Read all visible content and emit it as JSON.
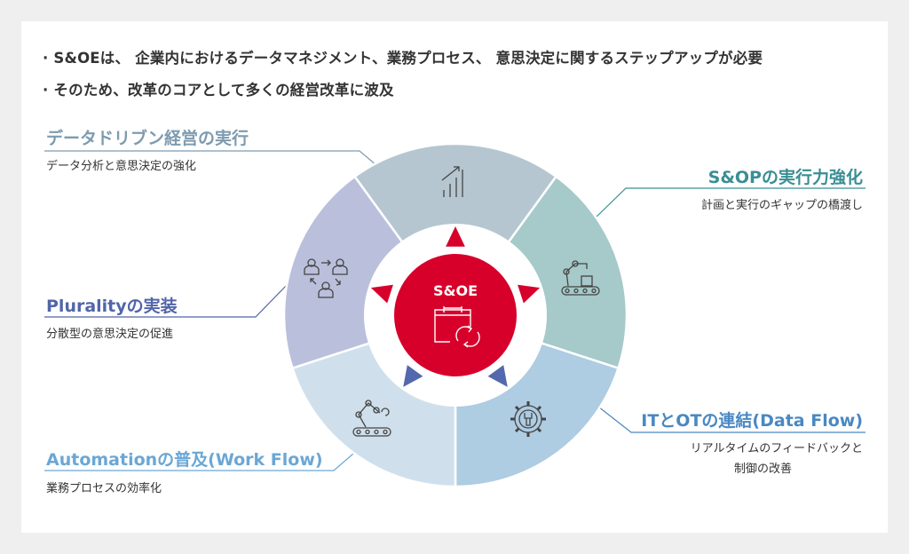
{
  "bullets": [
    "· S&OEは、 企業内におけるデータマネジメント、業務プロセス、 意思決定に関するステップアップが必要",
    "· そのため、改革のコアとして多くの経営改革に波及"
  ],
  "center": {
    "label": "S&OE",
    "icon": "calendar-refresh-icon",
    "color": "#d7002a"
  },
  "segments": [
    {
      "title": "データドリブン経営の実行",
      "subtitle": "データ分析と意思決定の強化",
      "icon": "bar-chart-growth-icon",
      "color": "#b5c6d0",
      "title_color": "#7d9bb0"
    },
    {
      "title": "S&OPの実行力強化",
      "subtitle": "計画と実行のギャップの橋渡し",
      "icon": "robot-arm-conveyor-icon",
      "color": "#a6c9ca",
      "title_color": "#3a8e94"
    },
    {
      "title": "ITとOTの連結(Data Flow)",
      "subtitle_lines": [
        "リアルタイムのフィードバックと",
        "制御の改善"
      ],
      "icon": "gear-wrench-icon",
      "color": "#aecce2",
      "title_color": "#4a88c2"
    },
    {
      "title": "Automationの普及(Work Flow)",
      "subtitle": "業務プロセスの効率化",
      "icon": "robot-arm-icon",
      "color": "#cfe0ec",
      "title_color": "#6aa7d6"
    },
    {
      "title": "Pluralityの実装",
      "subtitle": "分散型の意思決定の促進",
      "icon": "people-network-icon",
      "color": "#babfdc",
      "title_color": "#5165a8"
    }
  ],
  "arrow_colors": {
    "upper": "#d7002a",
    "lower": "#5468ad"
  }
}
